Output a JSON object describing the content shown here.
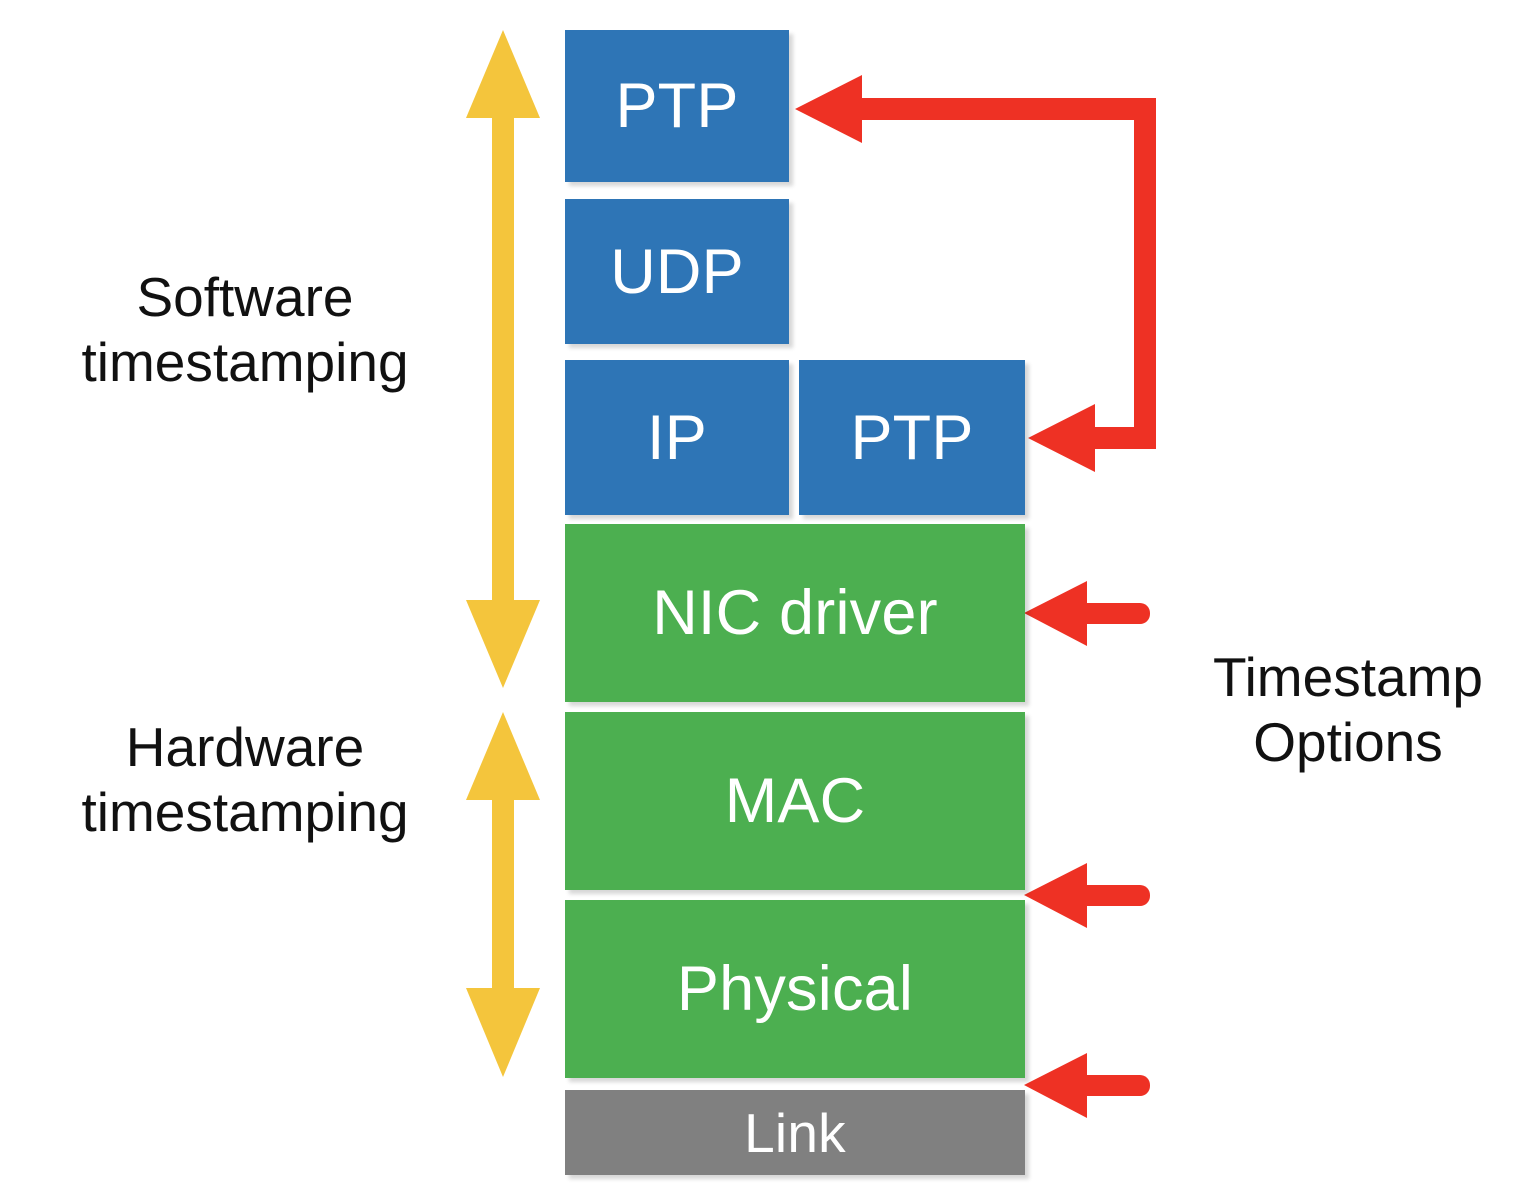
{
  "diagram": {
    "title": "PTP timestamping network stack",
    "background_color": "#FFFFFF",
    "colors": {
      "blue": "#2E75B6",
      "green": "#4CAF50",
      "gray": "#808080",
      "yellow": "#F4C53C",
      "red": "#EE3124",
      "text_dark": "#111111",
      "text_light": "#FFFFFF"
    }
  },
  "stack": {
    "ptp_top": "PTP",
    "udp": "UDP",
    "ip": "IP",
    "ptp_mid": "PTP",
    "nic_driver": "NIC driver",
    "mac": "MAC",
    "physical": "Physical",
    "link": "Link"
  },
  "labels": {
    "software_timestamping": "Software\ntimestamping",
    "hardware_timestamping": "Hardware\ntimestamping",
    "timestamp_options": "Timestamp\nOptions"
  },
  "annotations": {
    "scope_software": "Software timestamping span: PTP through NIC driver",
    "scope_hardware": "Hardware timestamping span: MAC through Physical",
    "branch_connector": "PTP over UDP/IP and PTP over Ethernet branch connector",
    "option_nic_driver": "Timestamp option at NIC driver",
    "option_mac": "Timestamp option at MAC",
    "option_physical": "Timestamp option at Physical"
  }
}
